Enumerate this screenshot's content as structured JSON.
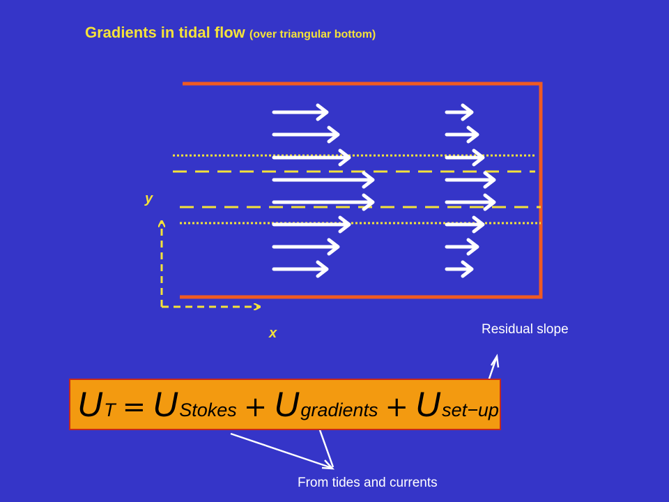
{
  "title": {
    "main": "Gradients in tidal flow",
    "subtitle": "(over triangular bottom)"
  },
  "axes": {
    "x_label": "x",
    "y_label": "y"
  },
  "labels": {
    "residual_slope": "Residual slope",
    "tides_currents": "From tides and currents"
  },
  "equation": {
    "terms": [
      {
        "symbol": "U",
        "subscript": "T"
      },
      {
        "operator": "="
      },
      {
        "symbol": "U",
        "subscript": "Stokes"
      },
      {
        "operator": "+"
      },
      {
        "symbol": "U",
        "subscript": "gradients"
      },
      {
        "operator": "+"
      },
      {
        "symbol": "U",
        "subscript": "set−up"
      }
    ]
  },
  "colors": {
    "background": "#3535C8",
    "boundary": "#F05A22",
    "dashed_lines": "#F4E23A",
    "arrows": "#FFFFFF",
    "equation_box": "#F39A10"
  }
}
